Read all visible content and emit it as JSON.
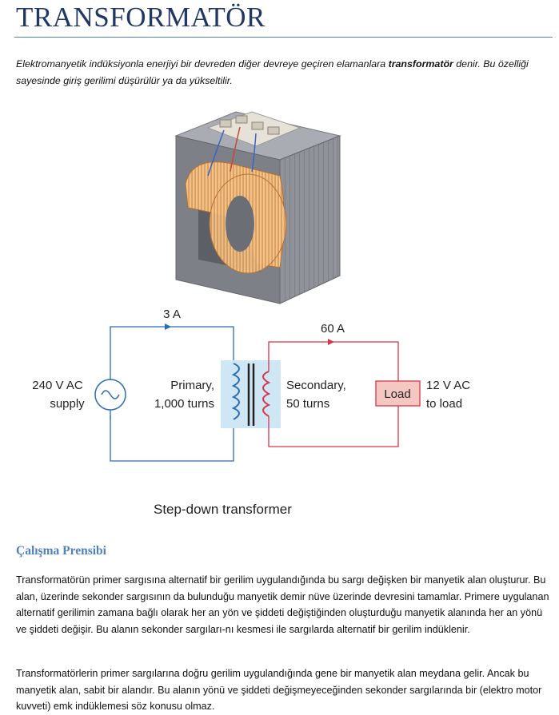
{
  "title": "TRANSFORMATÖR",
  "intro": {
    "before": "Elektromanyetik indüksiyonla enerjiyi bir devreden diğer devreye geçiren elamanlara ",
    "bold": "transformatör",
    "after": " denir. Bu özelliği sayesinde giriş gerilimi düşürülür ya da yükseltilir."
  },
  "diagram": {
    "primary_current": "3 A",
    "secondary_current": "60 A",
    "supply_line1": "240 V AC",
    "supply_line2": "supply",
    "primary_line1": "Primary,",
    "primary_line2": "1,000 turns",
    "secondary_line1": "Secondary,",
    "secondary_line2": "50 turns",
    "load": "Load",
    "output_line1": "12 V AC",
    "output_line2": "to load",
    "caption": "Step-down transformer",
    "colors": {
      "primary": "#2a6db5",
      "secondary": "#d9344a",
      "load_fill": "#f4c8c0",
      "core_bg": "#cfe6f5"
    }
  },
  "section_title": "Çalışma Prensibi",
  "paragraphs": [
    "Transformatörün primer sargısına alternatif bir gerilim uygulandığında bu sargı değişken bir manyetik alan oluşturur. Bu alan, üzerinde sekonder sargısının da bulunduğu manyetik demir nüve üzerinde devresini tamamlar. Primere uygulanan alternatif gerilimin zamana bağlı olarak her an yön ve şiddeti değiştiğinden oluşturduğu manyetik alanında her an yönü ve şiddeti değişir. Bu alanın sekonder sargıları-nı kesmesi ile sargılarda alternatif bir gerilim indüklenir.",
    "Transformatörlerin primer sargılarına doğru gerilim uygulandığında gene bir manyetik alan meydana gelir. Ancak bu manyetik alan, sabit bir alandır. Bu alanın yönü ve şiddeti değişmeyeceğinden sekonder sargılarında bir (elektro motor kuvveti) emk indüklemesi söz konusu olmaz."
  ]
}
